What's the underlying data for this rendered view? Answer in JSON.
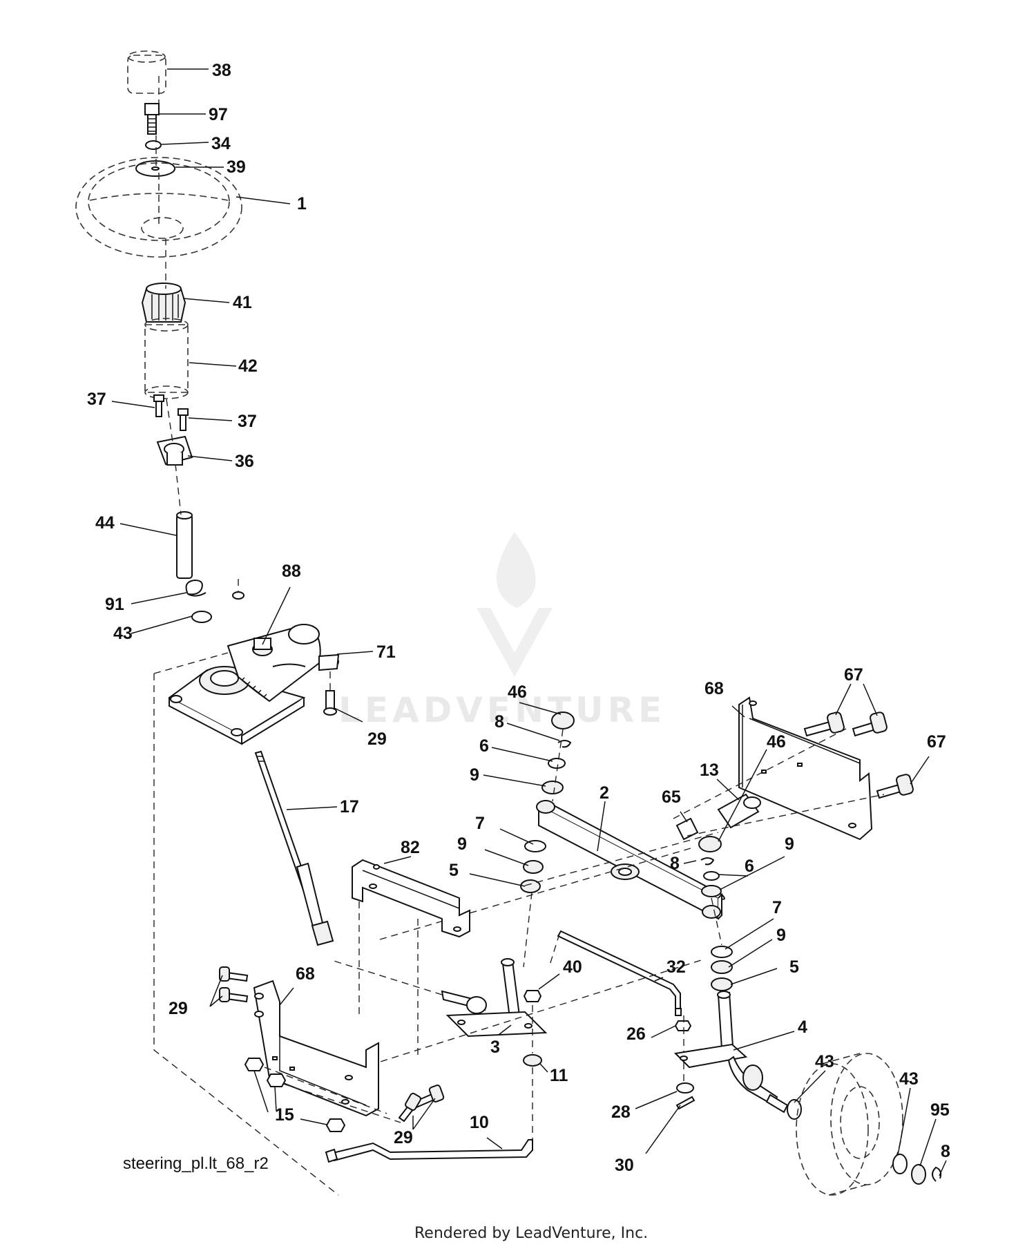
{
  "callouts": {
    "c38": "38",
    "c97": "97",
    "c34": "34",
    "c39": "39",
    "c1": "1",
    "c41": "41",
    "c42": "42",
    "c37a": "37",
    "c37b": "37",
    "c36": "36",
    "c44": "44",
    "c88": "88",
    "c91": "91",
    "c43a": "43",
    "c71": "71",
    "c29a": "29",
    "c17": "17",
    "c46a": "46",
    "c8a": "8",
    "c6a": "6",
    "c9a": "9",
    "c68a": "68",
    "c67a": "67",
    "c67b": "67",
    "c13": "13",
    "c65": "65",
    "c2": "2",
    "c46b": "46",
    "c7a": "7",
    "c9b": "9",
    "c5a": "5",
    "c82": "82",
    "c8b": "8",
    "c6b": "6",
    "c9c": "9",
    "c7b": "7",
    "c9d": "9",
    "c5b": "5",
    "c32": "32",
    "c40": "40",
    "c68b": "68",
    "c29b": "29",
    "c3": "3",
    "c26": "26",
    "c4": "4",
    "c11": "11",
    "c43b": "43",
    "c43c": "43",
    "c28": "28",
    "c95": "95",
    "c15": "15",
    "c29c": "29",
    "c10": "10",
    "c8c": "8",
    "c30": "30"
  },
  "caption": "steering_pl.lt_68_r2",
  "credit": "Rendered by LeadVenture, Inc.",
  "watermark": "LEADVENTURE"
}
